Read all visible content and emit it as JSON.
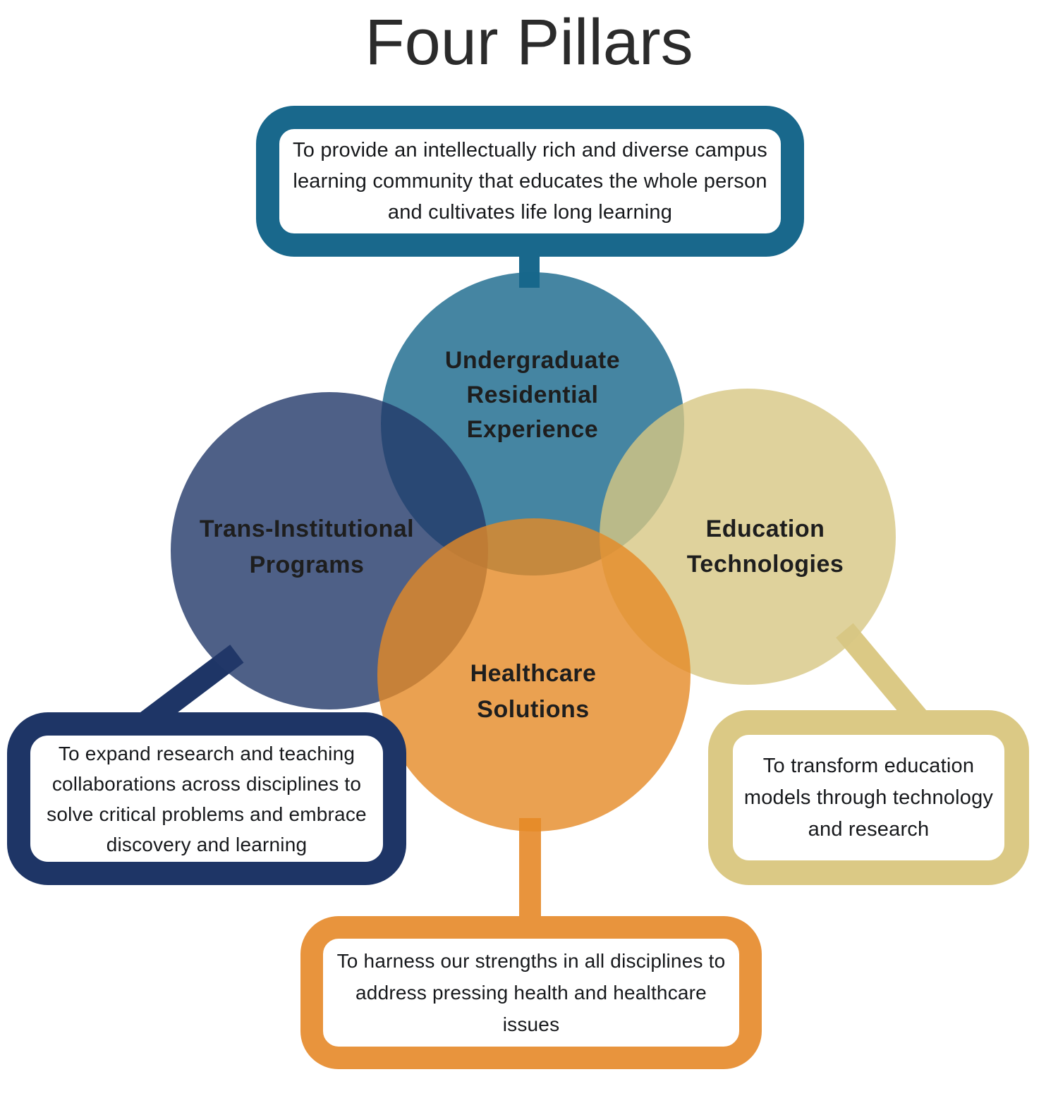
{
  "title": "Four Pillars",
  "colors": {
    "teal": "#19688c",
    "navy": "#1e3566",
    "tan": "#dbc985",
    "orange": "#e8943d",
    "text": "#1a1a1a",
    "background": "#ffffff"
  },
  "pillars": [
    {
      "id": "undergraduate-residential-experience",
      "label": "Undergraduate\nResidential\nExperience",
      "description": "To provide an intellectually rich and diverse campus\nlearning community that educates the whole person\nand cultivates life long learning",
      "color": "#19688c"
    },
    {
      "id": "trans-institutional-programs",
      "label": "Trans-Institutional\nPrograms",
      "description": "To expand research and teaching\ncollaborations across disciplines to\nsolve critical problems and embrace\ndiscovery and learning",
      "color": "#1e3566"
    },
    {
      "id": "education-technologies",
      "label": "Education\nTechnologies",
      "description": "To transform education\nmodels through technology\nand research",
      "color": "#dbc985"
    },
    {
      "id": "healthcare-solutions",
      "label": "Healthcare\nSolutions",
      "description": "To harness our strengths in all disciplines to\naddress pressing health and healthcare\nissues",
      "color": "#e8943d"
    }
  ]
}
